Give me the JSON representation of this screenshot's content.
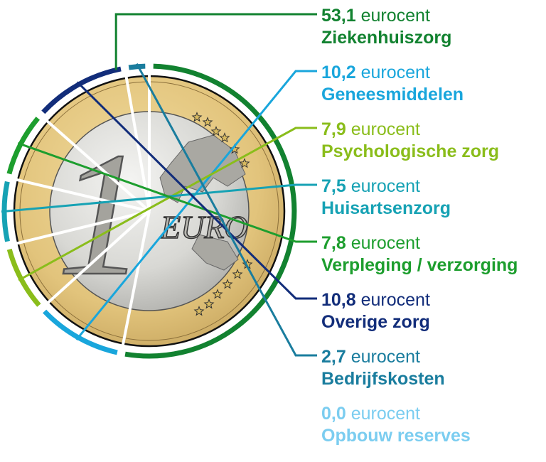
{
  "chart_data": {
    "type": "pie",
    "unit": "eurocent",
    "coin_text": {
      "numeral": "1",
      "word": "EURO"
    },
    "slices": [
      {
        "name": "Ziekenhuiszorg",
        "value": 53.1,
        "value_text": "53,1",
        "color": "#128230"
      },
      {
        "name": "Geneesmiddelen",
        "value": 10.2,
        "value_text": "10,2",
        "color": "#19a6dc"
      },
      {
        "name": "Psychologische zorg",
        "value": 7.9,
        "value_text": "7,9",
        "color": "#8abd1b"
      },
      {
        "name": "Huisartsenzorg",
        "value": 7.5,
        "value_text": "7,5",
        "color": "#16a2b4"
      },
      {
        "name": "Verpleging / verzorging",
        "value": 7.8,
        "value_text": "7,8",
        "color": "#1d9e2e"
      },
      {
        "name": "Overige zorg",
        "value": 10.8,
        "value_text": "10,8",
        "color": "#122d7a"
      },
      {
        "name": "Bedrijfskosten",
        "value": 2.7,
        "value_text": "2,7",
        "color": "#1a7d9e"
      },
      {
        "name": "Opbouw reserves",
        "value": 0.0,
        "value_text": "0,0",
        "color": "#7bcdf0"
      }
    ]
  }
}
